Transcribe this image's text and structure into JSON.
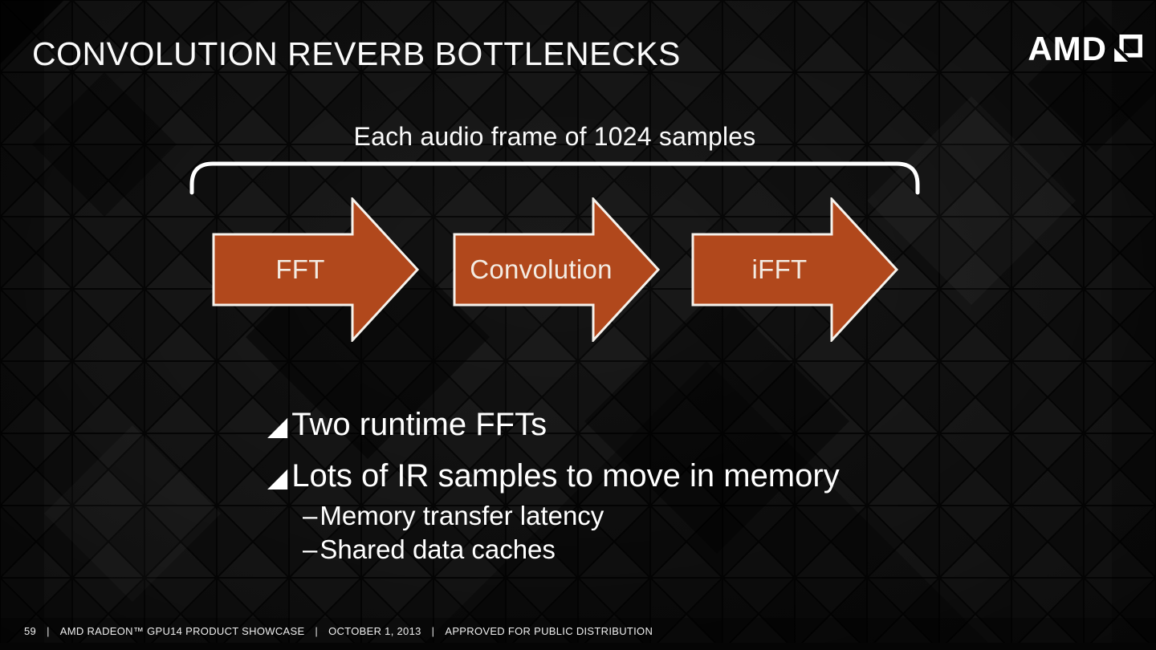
{
  "slide": {
    "title": "CONVOLUTION REVERB BOTTLENECKS",
    "brand": {
      "name": "AMD",
      "mark": "amd-arrow-logo"
    },
    "diagram": {
      "caption": "Each audio frame of 1024 samples",
      "steps": [
        {
          "label": "FFT"
        },
        {
          "label": "Convolution"
        },
        {
          "label": "iFFT"
        }
      ],
      "arrow_fill": "#b1481c",
      "arrow_stroke": "#f6f2ec"
    },
    "markers": {
      "level1": "◢",
      "level2": "–"
    },
    "bullets": [
      {
        "level": 1,
        "text": "Two runtime FFTs"
      },
      {
        "level": 1,
        "text": "Lots of IR samples to move in memory"
      },
      {
        "level": 2,
        "text": "Memory transfer latency"
      },
      {
        "level": 2,
        "text": "Shared data caches"
      }
    ],
    "footer": {
      "page_number": "59",
      "separator": "|",
      "items": [
        "AMD RADEON™ GPU14 PRODUCT SHOWCASE",
        "OCTOBER 1, 2013",
        "APPROVED FOR PUBLIC DISTRIBUTION"
      ]
    },
    "colors": {
      "background": "#131313",
      "accent_orange": "#b1481c",
      "text": "#f5f5f5"
    }
  }
}
